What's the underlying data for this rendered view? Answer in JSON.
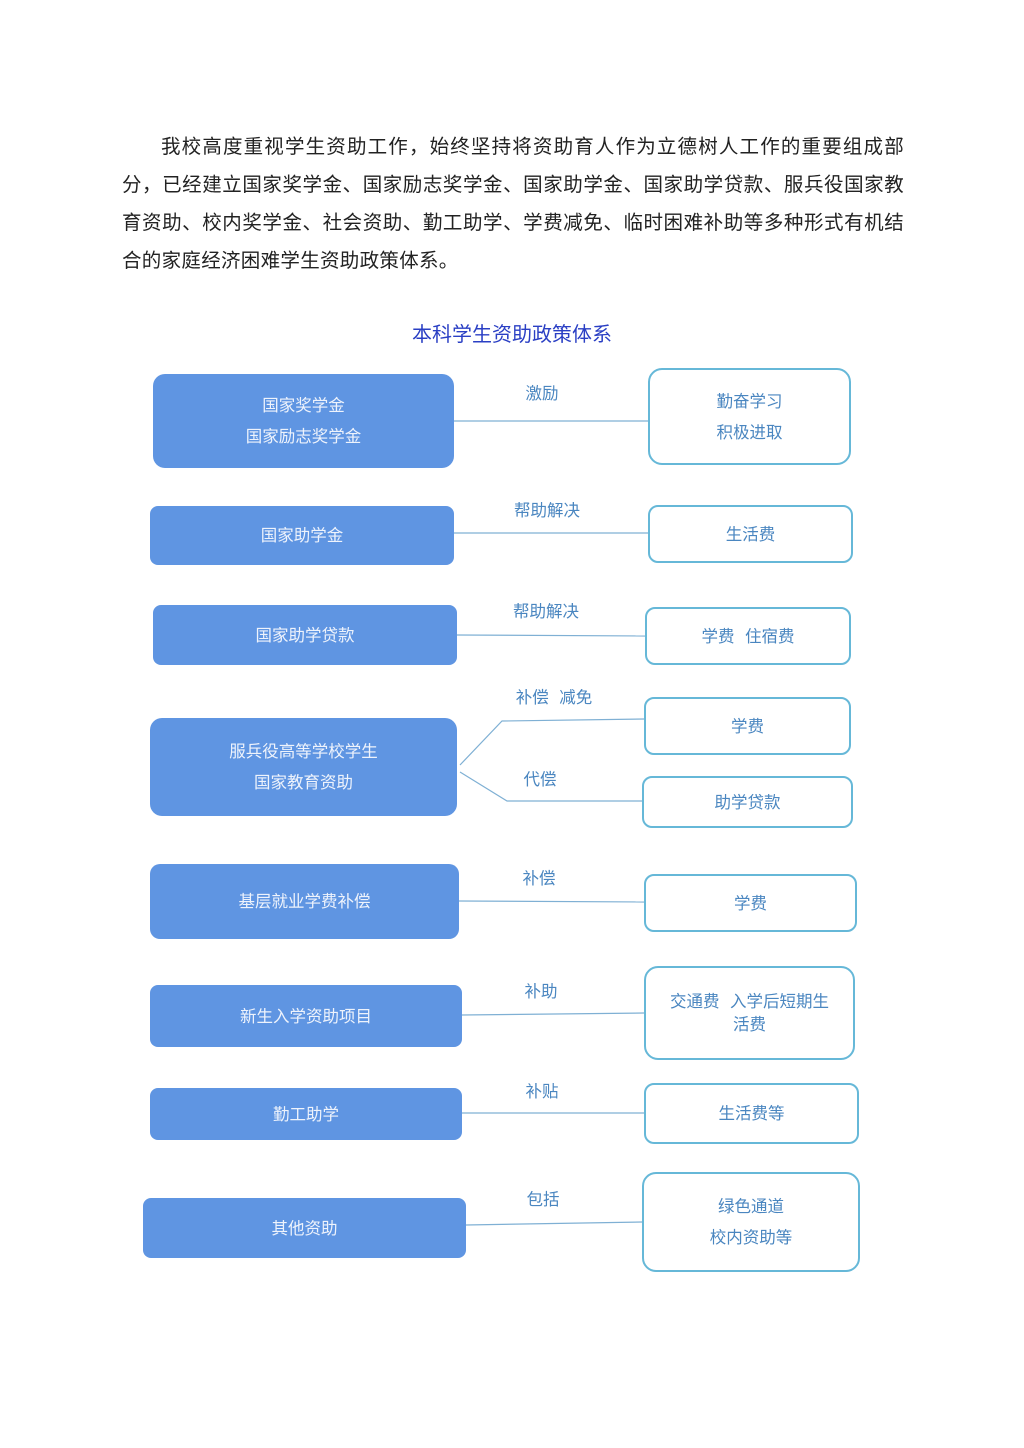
{
  "paragraph": "我校高度重视学生资助工作，始终坚持将资助育人作为立德树人工作的重要组成部分，已经建立国家奖学金、国家励志奖学金、国家助学金、国家助学贷款、服兵役国家教育资助、校内奖学金、社会资助、勤工助学、学费减免、临时困难补助等多种形式有机结合的家庭经济困难学生资助政策体系。",
  "diagram_title": "本科学生资助政策体系",
  "rows": [
    {
      "left": [
        "国家奖学金",
        "国家励志奖学金"
      ],
      "label": "激励",
      "right": [
        "勤奋学习",
        "积极进取"
      ]
    },
    {
      "left": [
        "国家助学金"
      ],
      "label": "帮助解决",
      "right": [
        "生活费"
      ]
    },
    {
      "left": [
        "国家助学贷款"
      ],
      "label": "帮助解决",
      "right": [
        "学费  住宿费"
      ]
    },
    {
      "left": [
        "服兵役高等学校学生",
        "国家教育资助"
      ],
      "label": "补偿  减免",
      "right": [
        "学费"
      ],
      "label2": "代偿",
      "right2": [
        "助学贷款"
      ]
    },
    {
      "left": [
        "基层就业学费补偿"
      ],
      "label": "补偿",
      "right": [
        "学费"
      ]
    },
    {
      "left": [
        "新生入学资助项目"
      ],
      "label": "补助",
      "right": [
        "交通费  入学后短期生",
        "活费"
      ]
    },
    {
      "left": [
        "勤工助学"
      ],
      "label": "补贴",
      "right": [
        "生活费等"
      ]
    },
    {
      "left": [
        "其他资助"
      ],
      "label": "包括",
      "right": [
        "绿色通道",
        "校内资助等"
      ]
    }
  ],
  "colors": {
    "left_box": "#5f95e2",
    "right_border": "#66b8d8",
    "text_blue": "#4a86c0",
    "title": "#2a3fc4"
  }
}
